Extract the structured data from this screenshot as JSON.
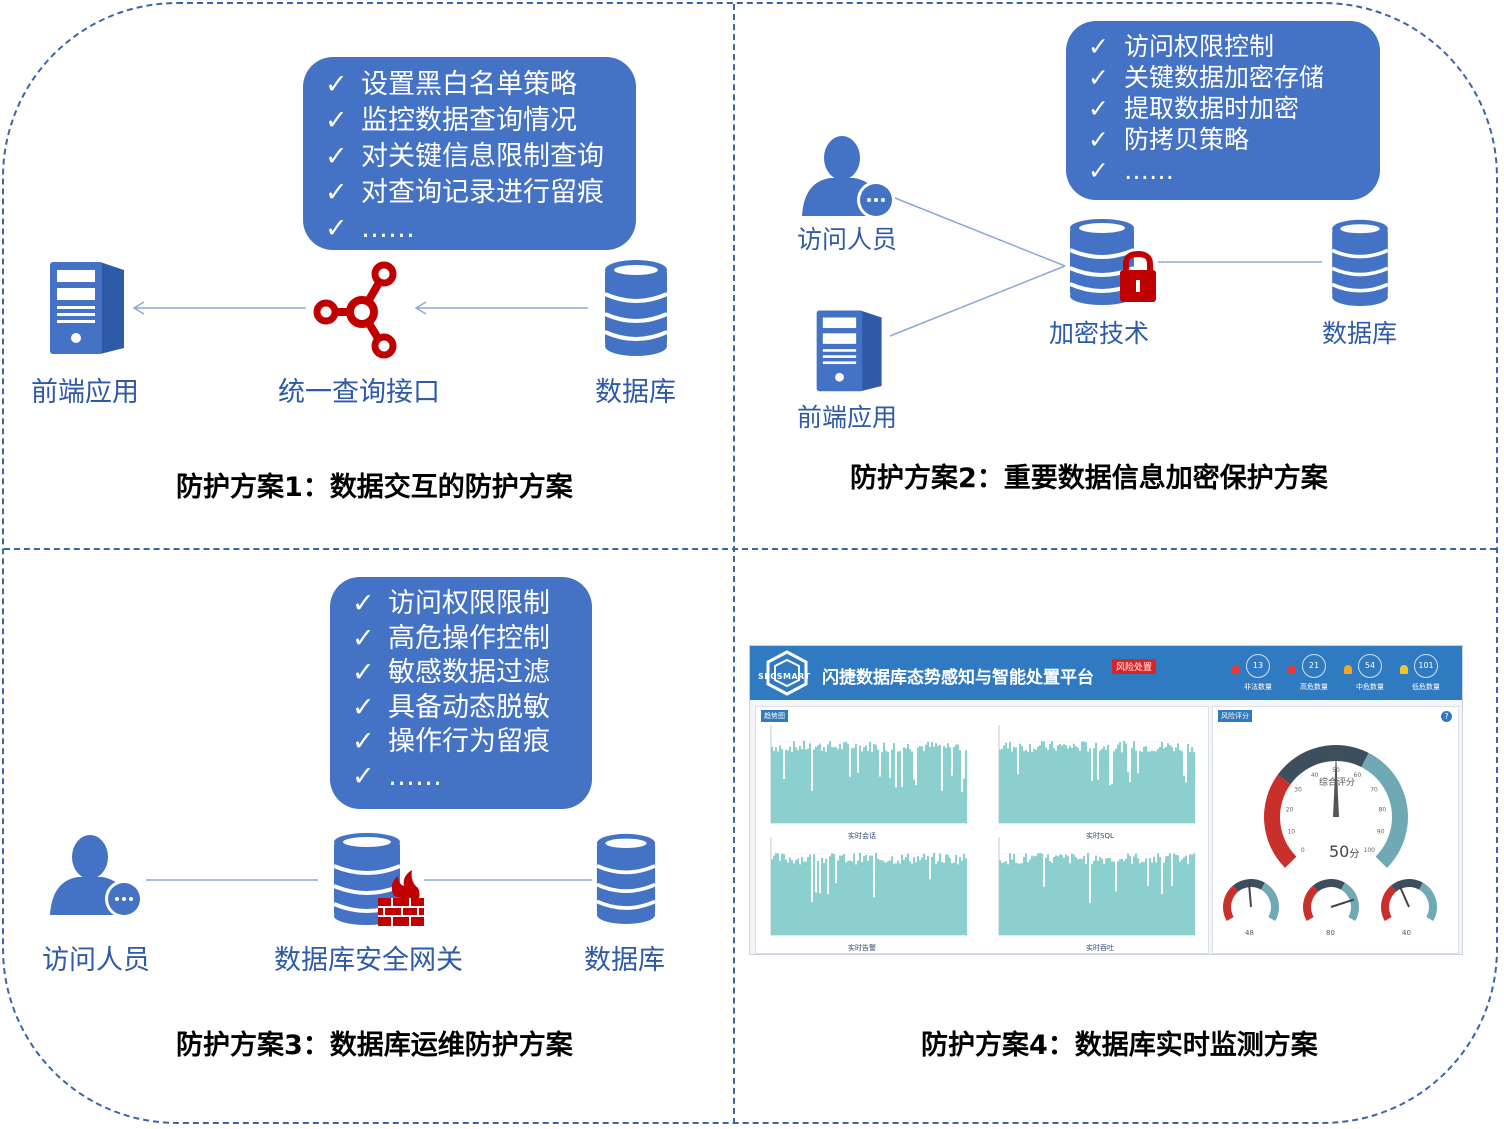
{
  "q1": {
    "bullets": [
      "设置黑白名单策略",
      "监控数据查询情况",
      "对关键信息限制查询",
      "对查询记录进行留痕",
      "……"
    ],
    "labels": {
      "frontend": "前端应用",
      "interface": "统一查询接口",
      "database": "数据库"
    },
    "title": "防护方案1：数据交互的防护方案"
  },
  "q2": {
    "bullets": [
      "访问权限控制",
      "关键数据加密存储",
      "提取数据时加密",
      "防拷贝策略",
      "……"
    ],
    "labels": {
      "visitor": "访问人员",
      "frontend": "前端应用",
      "encryption": "加密技术",
      "database": "数据库"
    },
    "title": "防护方案2：重要数据信息加密保护方案"
  },
  "q3": {
    "bullets": [
      "访问权限限制",
      "高危操作控制",
      "敏感数据过滤",
      "具备动态脱敏",
      "操作行为留痕",
      "……"
    ],
    "labels": {
      "visitor": "访问人员",
      "gateway": "数据库安全网关",
      "database": "数据库"
    },
    "title": "防护方案3：数据库运维防护方案"
  },
  "q4": {
    "title": "防护方案4：数据库实时监测方案",
    "dashboard": {
      "brand": "SECSMART",
      "title": "闪捷数据库态势感知与智能处置平台",
      "tag": "风险处置",
      "stats": [
        {
          "value": "13",
          "label": "非法数量",
          "color": "#e53935"
        },
        {
          "value": "21",
          "label": "高危数量",
          "color": "#e53935"
        },
        {
          "value": "54",
          "label": "中危数量",
          "color": "#f5a623"
        },
        {
          "value": "101",
          "label": "低危数量",
          "color": "#f5c623"
        }
      ],
      "left_panel_tag": "趋势图",
      "right_panel_tag": "风险评分",
      "help": "?",
      "chart_titles": [
        "实时会话",
        "实时SQL",
        "实时告警",
        "实时吞吐"
      ],
      "gauge": {
        "label": "综合评分",
        "value": 50,
        "value_text": "50",
        "unit": "分",
        "ticks": [
          "0",
          "10",
          "20",
          "30",
          "40",
          "50",
          "60",
          "70",
          "80",
          "90",
          "100"
        ]
      },
      "small_gauges": [
        "48",
        "80",
        "40"
      ]
    }
  },
  "colors": {
    "icon_blue": "#4472c4",
    "label_blue": "#2e5aa7",
    "alert_red": "#c00000",
    "bar_teal": "#8ccfcf",
    "gauge_red": "#c9302c",
    "gauge_dark": "#3d4f5c",
    "gauge_teal": "#6ea9b4"
  },
  "icons": [
    "server-icon",
    "network-node-icon",
    "database-icon",
    "user-chat-icon",
    "database-lock-icon",
    "database-firewall-icon",
    "check-icon"
  ]
}
